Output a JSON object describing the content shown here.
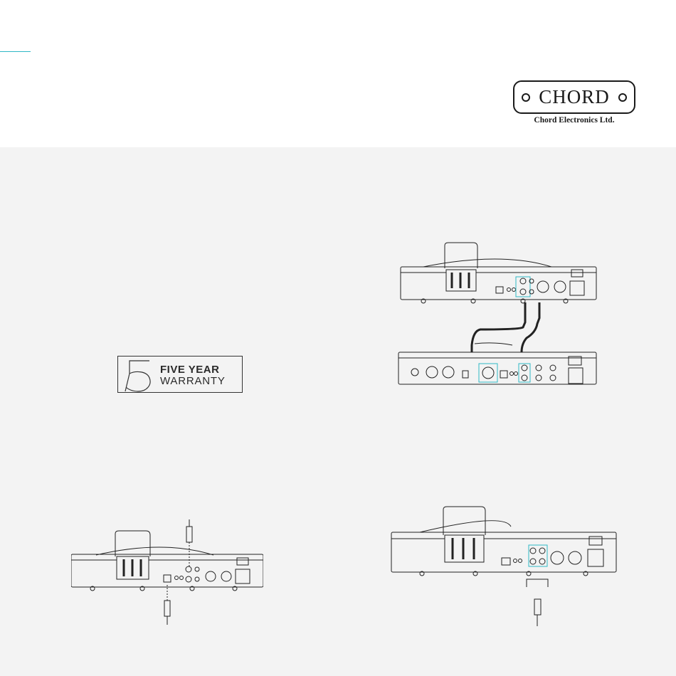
{
  "brand": {
    "logo_word": "CHORD",
    "company": "Chord Electronics Ltd."
  },
  "warranty": {
    "numeral": "5",
    "line1": "FIVE YEAR",
    "line2": "WARRANTY"
  },
  "colors": {
    "accent": "#2fb8c6",
    "panel": "#f3f3f3",
    "ink": "#1a1a1a"
  }
}
